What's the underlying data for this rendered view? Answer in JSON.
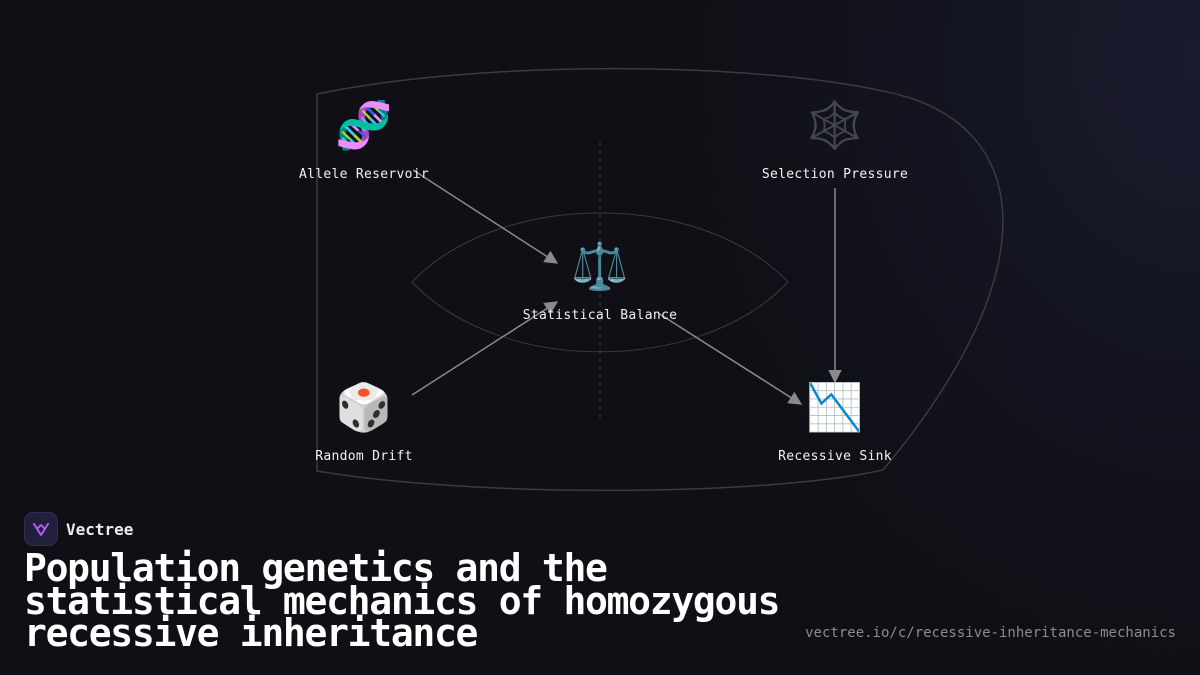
{
  "diagram": {
    "nodes": [
      {
        "id": "allele-reservoir",
        "label": "Allele Reservoir",
        "icon": "dna-icon",
        "glyph": "🧬"
      },
      {
        "id": "selection-pressure",
        "label": "Selection Pressure",
        "icon": "spider-web-icon",
        "glyph": "🕸️"
      },
      {
        "id": "statistical-balance",
        "label": "Statistical Balance",
        "icon": "balance-scale-icon",
        "glyph": "⚖️"
      },
      {
        "id": "random-drift",
        "label": "Random Drift",
        "icon": "die-icon",
        "glyph": "🎲"
      },
      {
        "id": "recessive-sink",
        "label": "Recessive Sink",
        "icon": "chart-decreasing-icon",
        "glyph": "📉"
      }
    ],
    "edges": [
      {
        "from": "allele-reservoir",
        "to": "statistical-balance"
      },
      {
        "from": "random-drift",
        "to": "statistical-balance"
      },
      {
        "from": "statistical-balance",
        "to": "recessive-sink"
      },
      {
        "from": "selection-pressure",
        "to": "recessive-sink"
      }
    ]
  },
  "brand": {
    "name": "Vectree",
    "logo_color": "#b05cf0"
  },
  "title": "Population genetics and the statistical mechanics of homozygous recessive inheritance",
  "url": "vectree.io/c/recessive-inheritance-mechanics",
  "colors": {
    "background": "#101014",
    "edge": "#8a8a8a",
    "outline": "#3a3a3f"
  }
}
